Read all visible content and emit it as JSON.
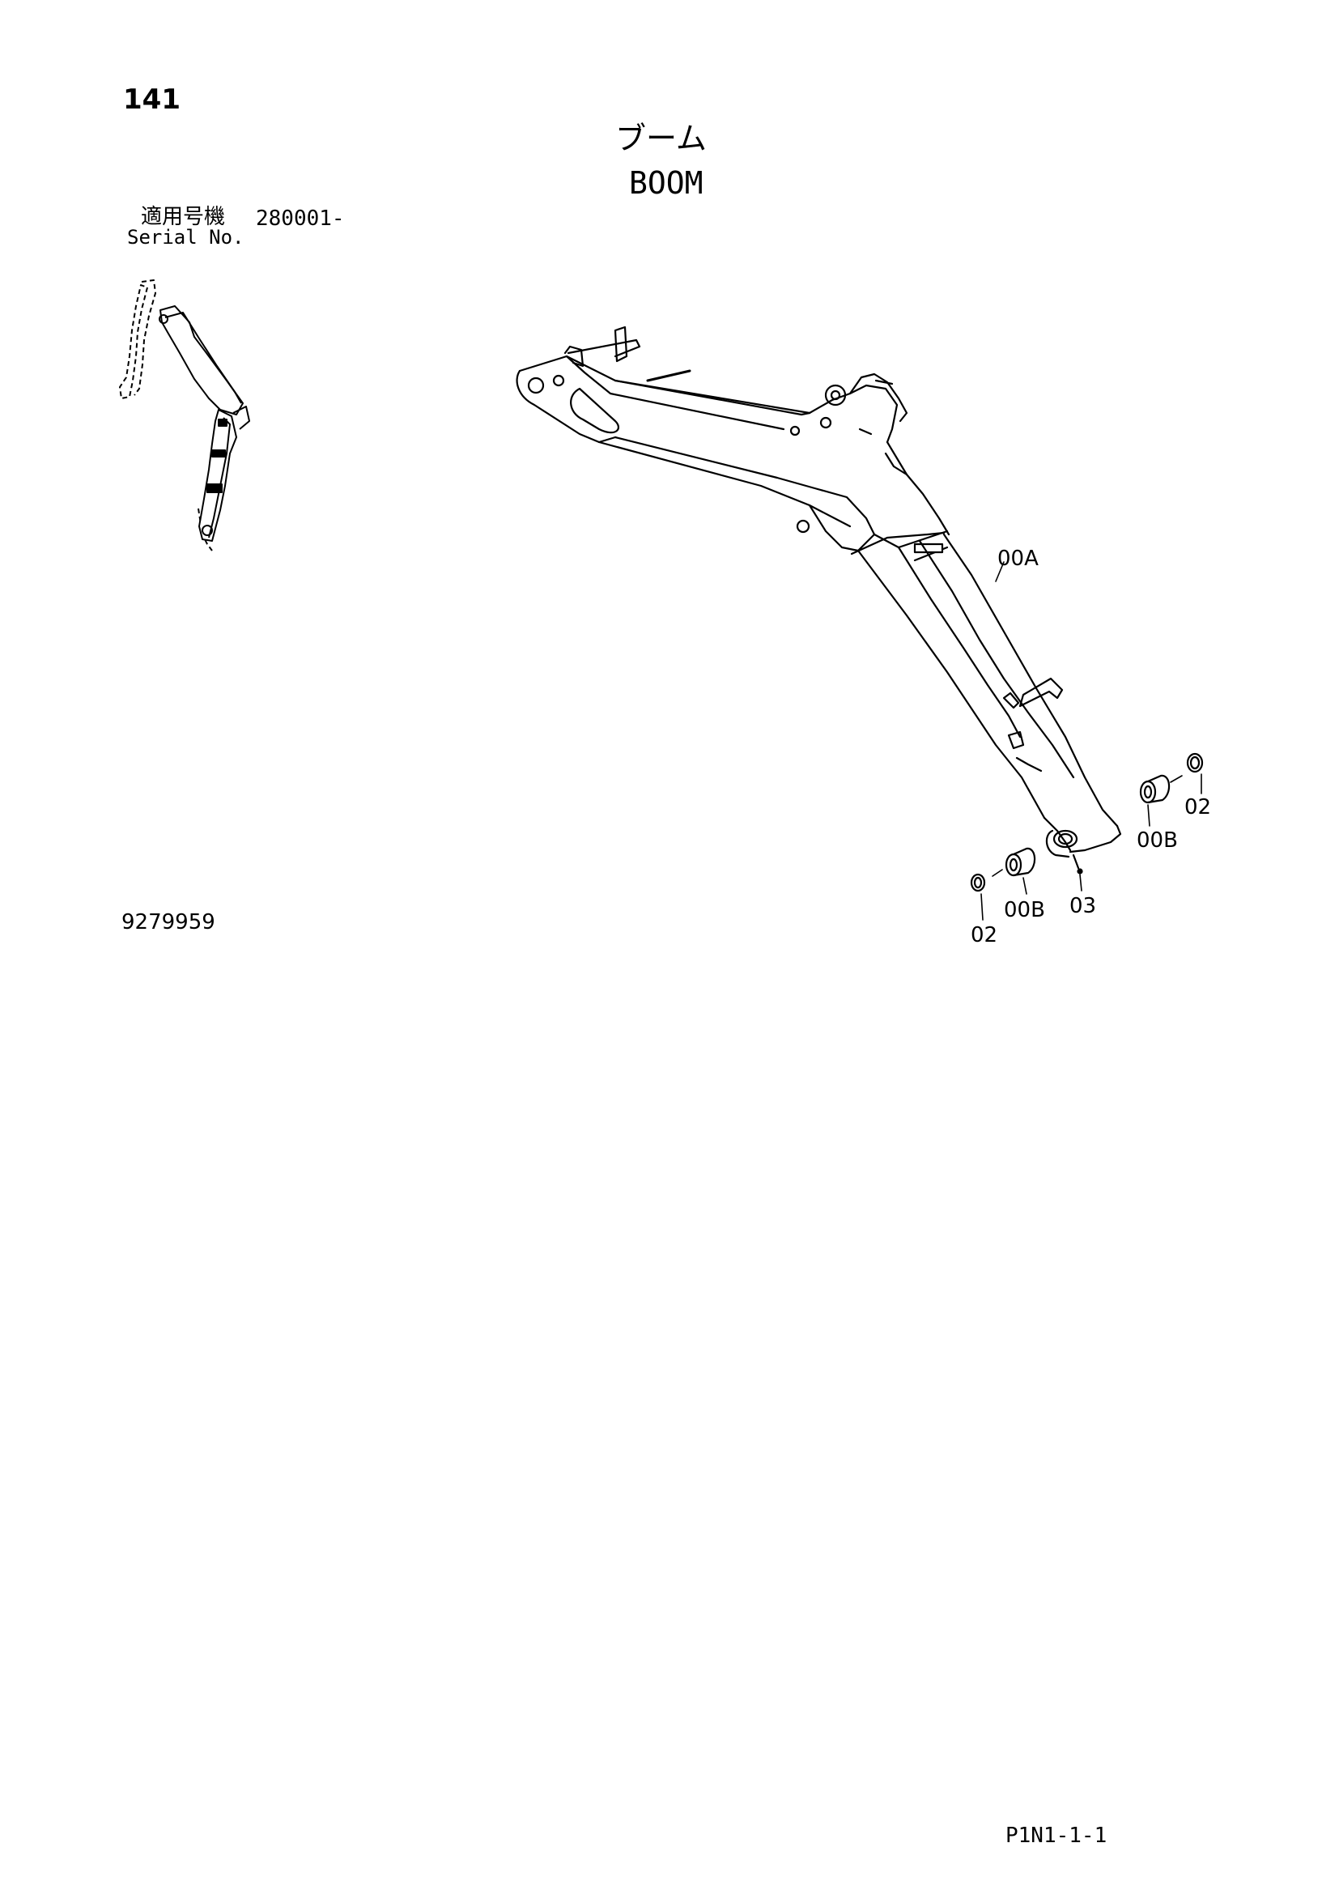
{
  "page_number": "141",
  "title_ja": "ブーム",
  "title_en": "BOOM",
  "serial": {
    "label_ja": "適用号機",
    "value": "280001-",
    "label_en": "Serial No."
  },
  "drawing_number": "9279959",
  "page_code": "P1N1-1-1",
  "callouts": {
    "boom_assy": "00A",
    "bushing_right": "00B",
    "bushing_left": "00B",
    "seal_right": "02",
    "seal_left": "02",
    "grease_fitting": "03"
  }
}
